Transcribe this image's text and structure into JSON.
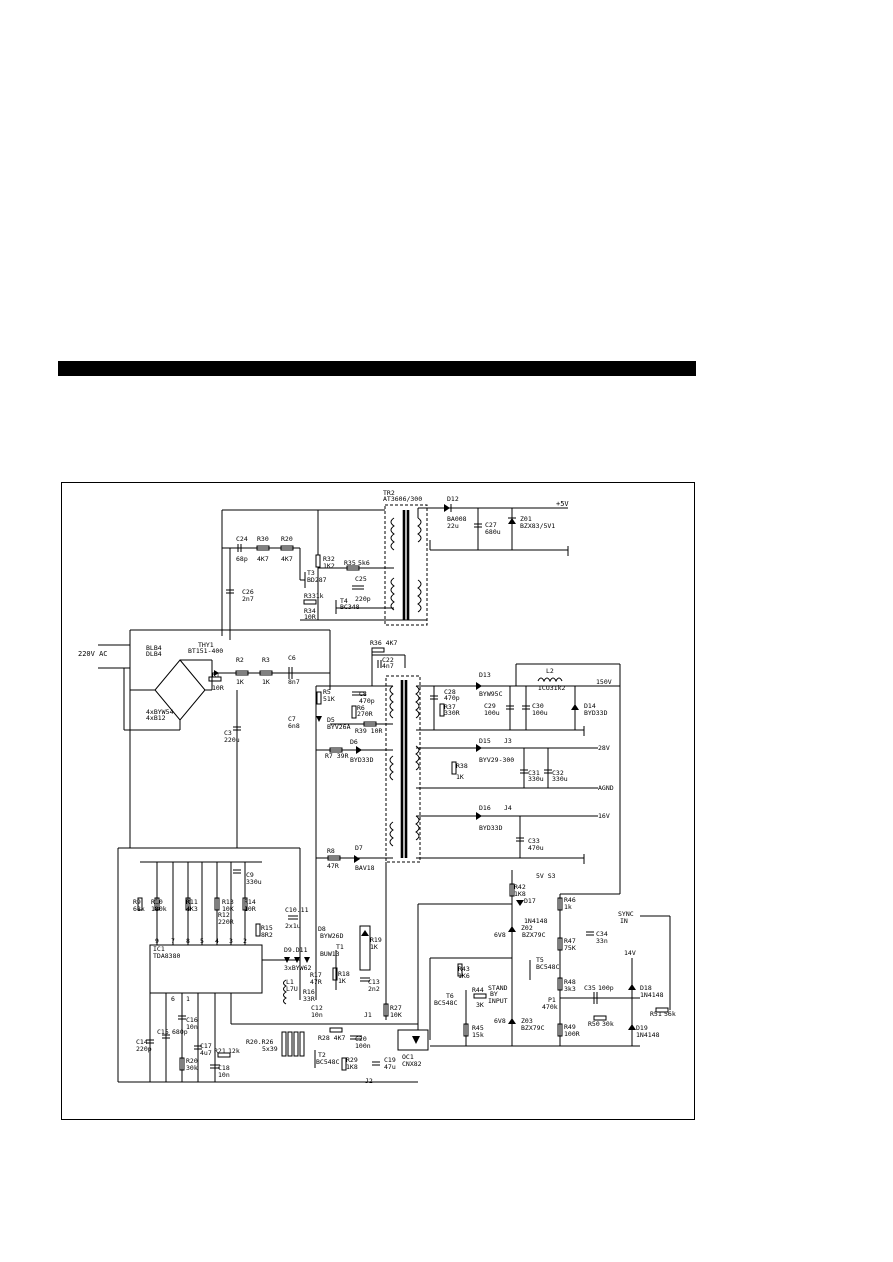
{
  "labels": {
    "trafo_top_a": "TR2",
    "trafo_top_b": "AT3606/300",
    "d12": "D12",
    "ba008": "BA008",
    "c2c": "22u",
    "c27": "C27",
    "c27v": "680u",
    "z01": "Z01",
    "z01v": "BZX83/5V1",
    "plus5v": "+5V",
    "c24": "C24",
    "c24v": "68p",
    "r30": "R30",
    "r30v": "4K7",
    "r20": "R20",
    "r20v": "4K7",
    "r32": "R32",
    "r32v": "1K2",
    "t3": "T3",
    "t3v": "BD287",
    "r35": "R35",
    "r35v": "5k6",
    "c25": "C25",
    "c25v": "2n7",
    "c26": "C26",
    "c26v": "220p",
    "r331": "R331k",
    "t4": "T4",
    "t4v": "BC348",
    "r34": "R34",
    "r34v": "10R",
    "ac_in": "220V  AC",
    "blb4": "BLB4",
    "dlb4": "DLB4",
    "bridge": "4xBYW54",
    "bridge2": "4xB12",
    "thy1": "THY1",
    "thy1v": "BT151-400",
    "r1": "R1",
    "r1v": "10R",
    "r2": "R2",
    "r2v": "1K",
    "r3": "R3",
    "r3v": "1K",
    "c6": "C6",
    "c6v": "8n7",
    "c3": "C3",
    "c3v": "220u",
    "r36": "R36 4K7",
    "c22": "C22",
    "c22v": "4n7",
    "r5": "R5",
    "r5v": "51K",
    "c8": "C8",
    "c8v": "470p",
    "c7": "C7",
    "c7v": "6n8",
    "d5": "D5",
    "d5v": "BYV26A",
    "r6": "R6",
    "r6v": "270R",
    "r39": "R39 10R",
    "c28": "C28",
    "c28v": "470p",
    "r37": "R37",
    "r37v": "330R",
    "d13": "D13",
    "d13v": "BYW95C",
    "l2": "L2",
    "l2v": "ICU31k2",
    "v150": "150V",
    "c29": "C29",
    "c29v": "100u",
    "c30": "C30",
    "c30v": "100u",
    "d14": "D14",
    "d14v": "BYD33D",
    "r7": "R7 39R",
    "d6": "D6",
    "d6v": "BYD33D",
    "r38": "R38",
    "r38v": "1K",
    "d15": "D15",
    "d15v": "BYV29-300",
    "j3": "J3",
    "v28": "28V",
    "c31": "C31",
    "c31v": "330u",
    "c32": "C32",
    "c32v": "330u",
    "agnd": "AGND",
    "d16": "D16",
    "d16v": "BYD33D",
    "j4": "J4",
    "v16": "16V",
    "c33": "C33",
    "c33v": "470u",
    "r8": "R8",
    "r8v": "47R",
    "d7": "D7",
    "d7v": "BAV18",
    "c9": "C9",
    "c9v": "330u",
    "r9": "R9",
    "r9v": "68k",
    "r10": "R10",
    "r10v": "180k",
    "r11": "R11",
    "r11v": "4K3",
    "r13": "R13",
    "r13v": "10K",
    "r12": "R12",
    "r12v": "220R",
    "r14": "R14",
    "r14v": "10R",
    "r15": "R15",
    "r15v": "8R2",
    "c10": "C10.11",
    "c10v": "2x1u",
    "ic1": "IC1",
    "ic1v": "TDA8380",
    "d9": "D9.D11",
    "d9v": "3xBYW62",
    "d8": "D8",
    "d8v": "BYW26D",
    "t1": "T1",
    "t1v": "BUW13",
    "r19": "R19",
    "r19v": "1K",
    "l1": "L1",
    "l1v": "L7U",
    "r16": "R16",
    "r16v": "33R",
    "r17": "R17",
    "r17v": "47R",
    "r18": "R18",
    "r18v": "1K",
    "c12": "C12",
    "c12v": "10n",
    "c13": "C13",
    "c13v": "2n2",
    "r27": "R27",
    "r27v": "10K",
    "j1": "J1",
    "r28": "R28 4K7",
    "c20": "C20",
    "c20v": "100n",
    "t2": "T2",
    "t2v": "BC548C",
    "r29": "R29",
    "r29v": "1K8",
    "c19": "C19",
    "c19v": "47u",
    "j2": "J2",
    "oc1": "OC1",
    "oc1v": "CNX82",
    "rb": "R20.R26",
    "rbv": "5x39",
    "c14": "C14",
    "c14v": "220p",
    "c15": "C15",
    "c15v": "680p",
    "c16": "C16",
    "c16v": "10n",
    "r20b": "R20",
    "r20bv": "30k",
    "c17": "C17",
    "c17v": "4u7",
    "r21": "R21",
    "r21v": "12k",
    "c18": "C18",
    "c18v": "10n",
    "v5_s3": "5V  S3",
    "r42": "R42",
    "r42v": "1K8",
    "d17": "D17",
    "d17v": "1N4148",
    "z02": "Z02",
    "z02v": "BZX79C",
    "v6v8a": "6V8",
    "r46": "R46",
    "r46v": "1k",
    "sync": "SYNC",
    "sync_in": "IN",
    "c34": "C34",
    "c34v": "33n",
    "r47": "R47",
    "r47v": "75K",
    "r43": "R43",
    "r43v": "1K6",
    "t5": "T5",
    "t5v": "BC548C",
    "v14": "14V",
    "stand": "STAND",
    "by": "BY",
    "input": "INPUT",
    "r44": "R44",
    "r44v": "3K",
    "t6": "T6",
    "t6v": "BC548C",
    "r48": "R48",
    "r48v": "3k3",
    "c35": "C35",
    "c35v": "100p",
    "d18": "D18",
    "d18v": "1N4148",
    "p1": "P1",
    "p1v": "470k",
    "r45": "R45",
    "r45v": "15k",
    "z03": "Z03",
    "z03v": "BZX79C",
    "v6v8b": "6V8",
    "r49": "R49",
    "r49v": "100R",
    "r50": "R50",
    "r50v": "30k",
    "r51": "R51",
    "r51v": "56k",
    "d19": "D19",
    "d19v": "1N4148",
    "pin1": "1",
    "pin2": "2",
    "pin3": "3",
    "pin4": "4",
    "pin5": "5",
    "pin6": "6",
    "pin7": "7",
    "pin8": "8",
    "pin9": "9"
  }
}
